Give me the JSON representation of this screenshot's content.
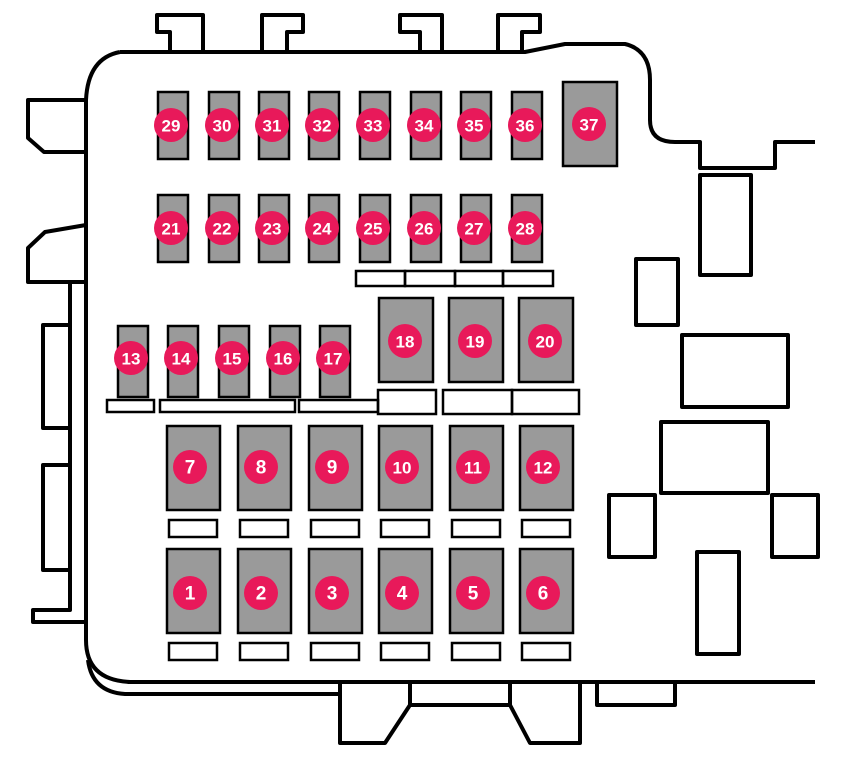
{
  "colors": {
    "fuse_fill": "#9a9a9a",
    "badge": "#e8195a",
    "badge_text": "#ffffff",
    "outline": "#000000",
    "background": "#ffffff"
  },
  "fuses": [
    {
      "label": "1"
    },
    {
      "label": "2"
    },
    {
      "label": "3"
    },
    {
      "label": "4"
    },
    {
      "label": "5"
    },
    {
      "label": "6"
    },
    {
      "label": "7"
    },
    {
      "label": "8"
    },
    {
      "label": "9"
    },
    {
      "label": "10"
    },
    {
      "label": "11"
    },
    {
      "label": "12"
    },
    {
      "label": "13"
    },
    {
      "label": "14"
    },
    {
      "label": "15"
    },
    {
      "label": "16"
    },
    {
      "label": "17"
    },
    {
      "label": "18"
    },
    {
      "label": "19"
    },
    {
      "label": "20"
    },
    {
      "label": "21"
    },
    {
      "label": "22"
    },
    {
      "label": "23"
    },
    {
      "label": "24"
    },
    {
      "label": "25"
    },
    {
      "label": "26"
    },
    {
      "label": "27"
    },
    {
      "label": "28"
    },
    {
      "label": "29"
    },
    {
      "label": "30"
    },
    {
      "label": "31"
    },
    {
      "label": "32"
    },
    {
      "label": "33"
    },
    {
      "label": "34"
    },
    {
      "label": "35"
    },
    {
      "label": "36"
    },
    {
      "label": "37"
    }
  ]
}
